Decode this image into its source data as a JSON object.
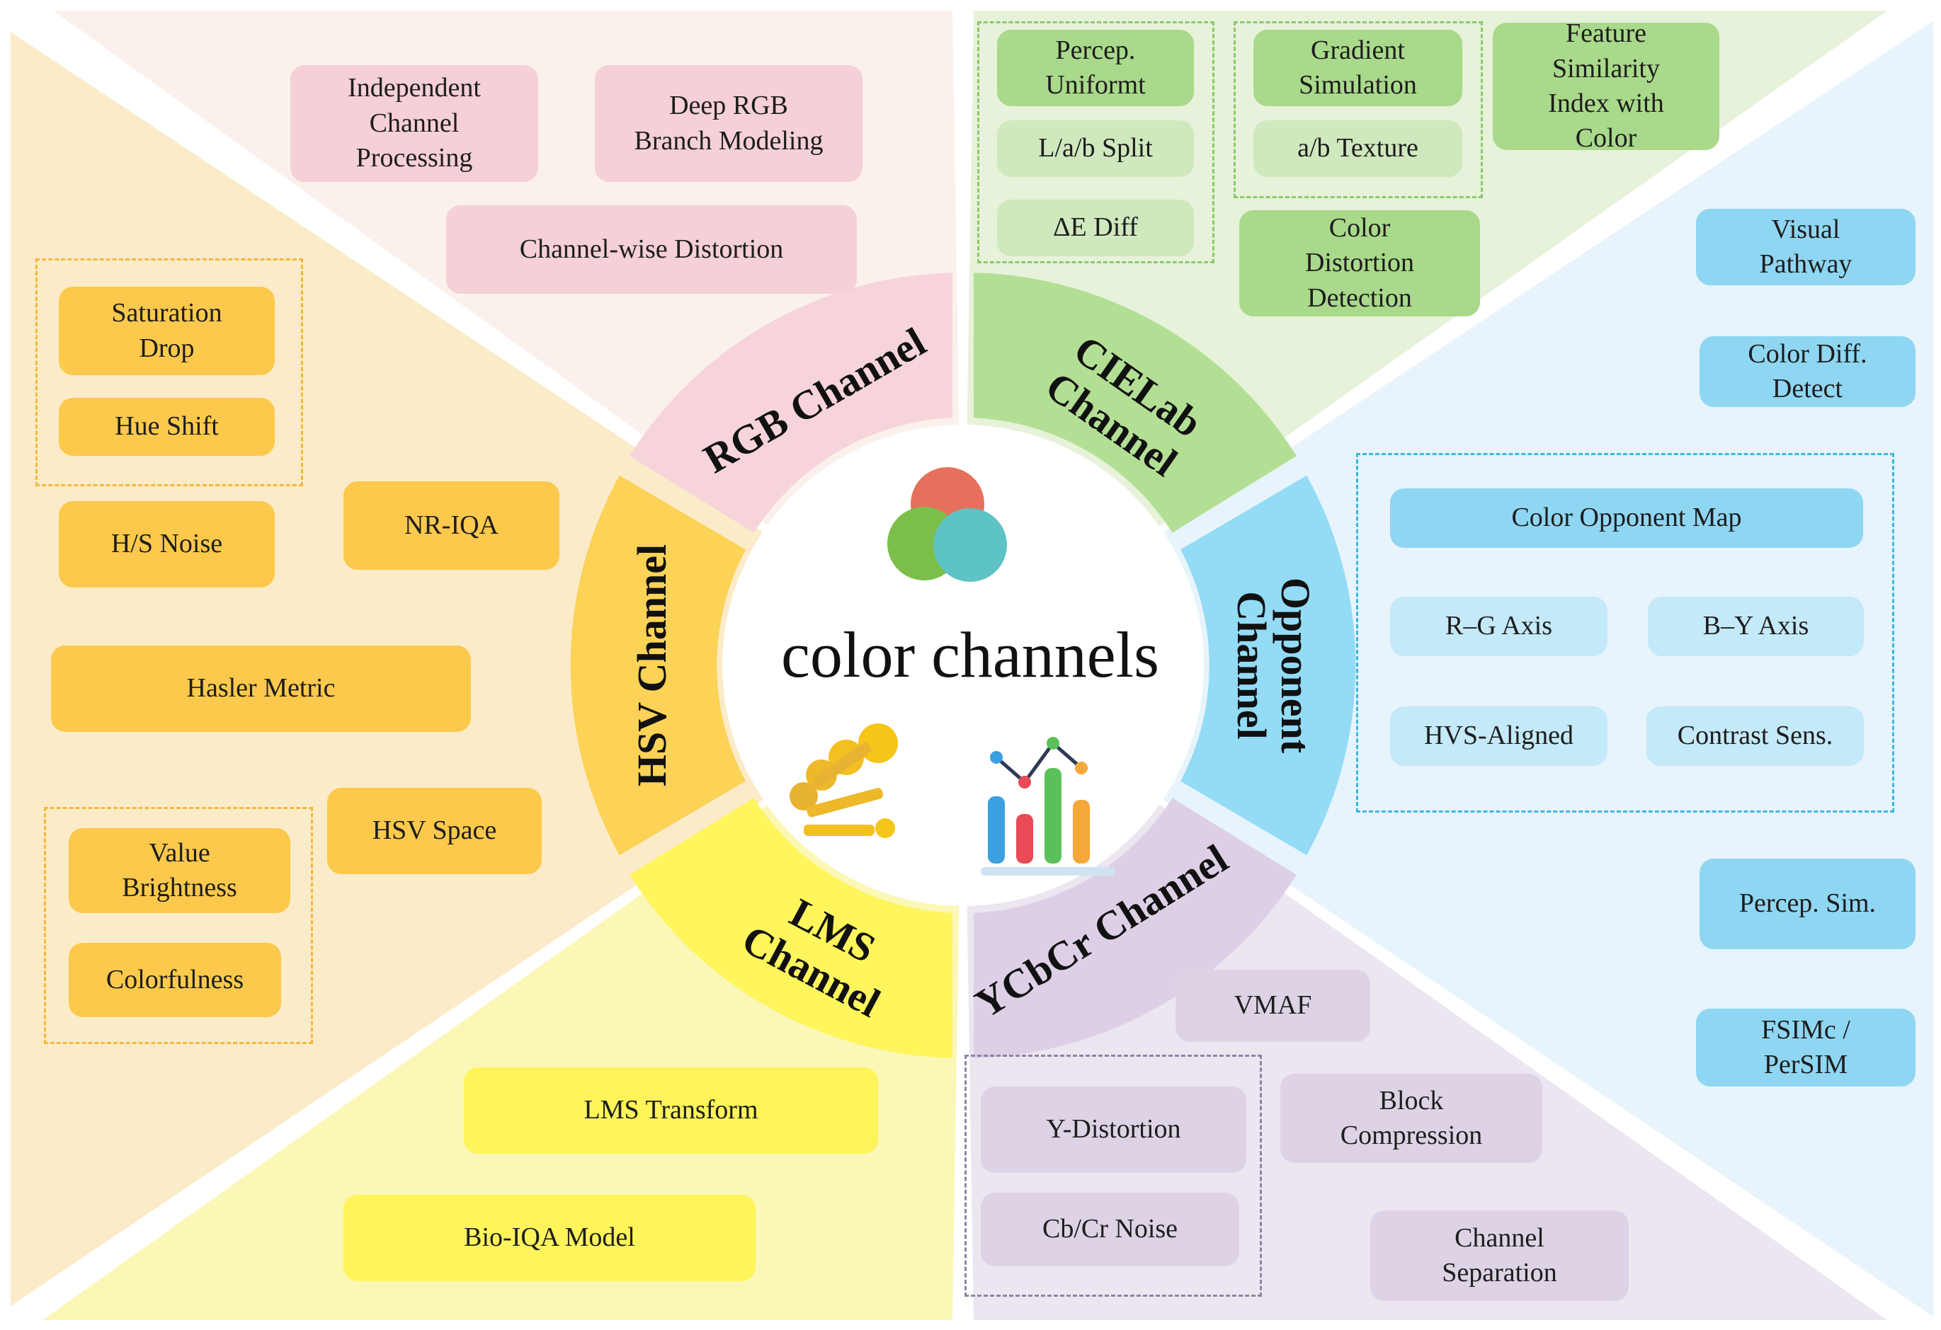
{
  "center": {
    "title": "color channels"
  },
  "sectors": {
    "rgb": {
      "label": "RGB Channel",
      "color": "#f6d4da",
      "bg": "#fbf1ec"
    },
    "cielab": {
      "label_line1": "CIELab",
      "label_line2": "Channel",
      "color": "#b3df95",
      "bg": "#e6f2da"
    },
    "opponent": {
      "label_line1": "Opponent",
      "label_line2": "Channel",
      "color": "#94dbf6",
      "bg": "#e7f4fb"
    },
    "ycbcr": {
      "label": "YCbCr Channel",
      "color": "#ddd0e6",
      "bg": "#ece6f1"
    },
    "lms": {
      "label_line1": "LMS",
      "label_line2": "Channel",
      "color": "#fff55c",
      "bg": "#fbf7b6"
    },
    "hsv": {
      "label": "HSV Channel",
      "color": "#fcd257",
      "bg": "#fbebc8"
    }
  },
  "rgb_items": {
    "independent": "Independent\nChannel\nProcessing",
    "deep": "Deep RGB\nBranch Modeling",
    "channel_wise": "Channel-wise Distortion"
  },
  "cielab_items": {
    "percep_uniform": "Percep.\nUniformt",
    "lab_split": "L/a/b Split",
    "delta_e": "ΔE Diff",
    "gradient": "Gradient\nSimulation",
    "ab_texture": "a/b Texture",
    "fsim": "Feature\nSimilarity\nIndex with\nColor",
    "color_distortion": "Color\nDistortion\nDetection"
  },
  "opponent_items": {
    "visual_pathway": "Visual\nPathway",
    "color_diff": "Color Diff.\nDetect",
    "opponent_map": "Color Opponent Map",
    "rg_axis": "R–G Axis",
    "by_axis": "B–Y Axis",
    "hvs_aligned": "HVS-Aligned",
    "contrast_sens": "Contrast Sens.",
    "percep_sim": "Percep. Sim.",
    "fsimc": "FSIMc /\nPerSIM"
  },
  "ycbcr_items": {
    "vmaf": "VMAF",
    "y_distortion": "Y-Distortion",
    "cbcr_noise": "Cb/Cr Noise",
    "block": "Block\nCompression",
    "separation": "Channel\nSeparation"
  },
  "lms_items": {
    "transform": "LMS Transform",
    "bio_iqa": "Bio-IQA Model"
  },
  "hsv_items": {
    "saturation_drop": "Saturation\nDrop",
    "hue_shift": "Hue Shift",
    "hs_noise": "H/S Noise",
    "nr_iqa": "NR-IQA",
    "hasler": "Hasler Metric",
    "hsv_space": "HSV Space",
    "value_brightness": "Value\nBrightness",
    "colorfulness": "Colorfulness"
  },
  "icons": [
    "color-circles-icon",
    "color-swatch-fan-icon",
    "bar-line-chart-icon"
  ]
}
